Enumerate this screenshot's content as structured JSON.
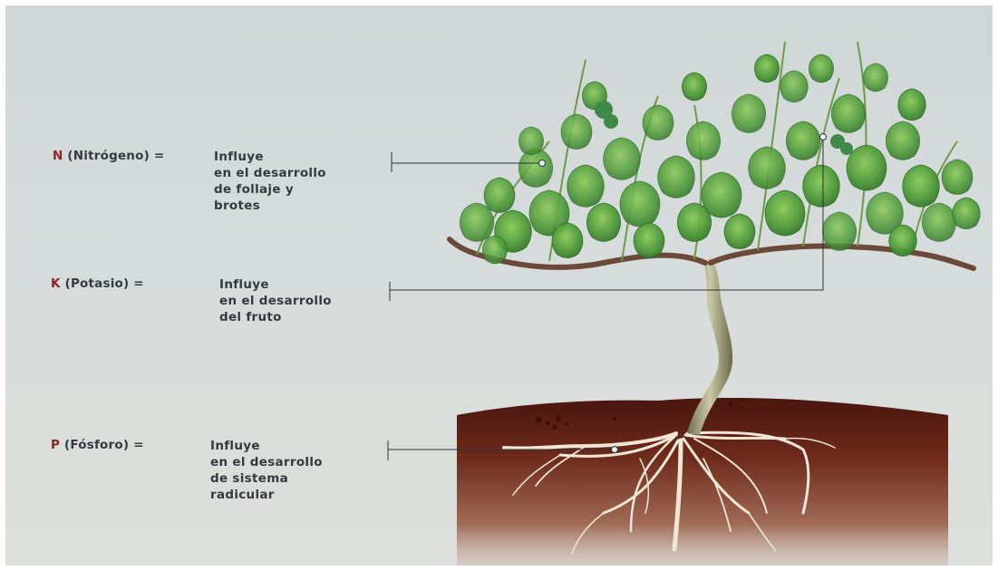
{
  "nutrients": [
    {
      "symbol": "N",
      "name": "(Nitrógeno) =",
      "lines": [
        "Influye",
        "en el desarrollo",
        "de follaje y",
        "brotes"
      ]
    },
    {
      "symbol": "K",
      "name": "(Potasio) =",
      "lines": [
        "Influye",
        "en el desarrollo",
        "del fruto"
      ]
    },
    {
      "symbol": "P",
      "name": "(Fósforo) =",
      "lines": [
        "Influye",
        "en el desarrollo",
        "de sistema",
        "radicular"
      ]
    }
  ],
  "colors": {
    "symbol": "#8a2528",
    "text": "#333b40",
    "background": "#d4dbd9",
    "soil": "#5a1f14",
    "leaf": "#4f9a3a",
    "trunk": "#8a8a64",
    "root": "#efe6d6"
  }
}
